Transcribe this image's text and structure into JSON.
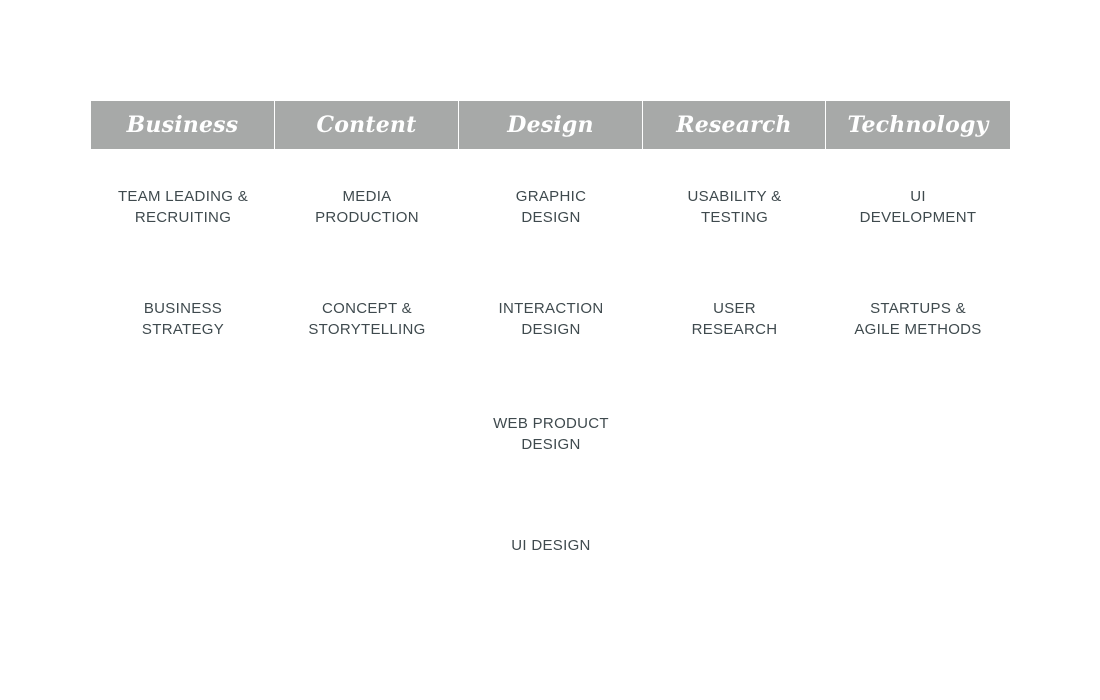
{
  "headers": [
    "Business",
    "Content",
    "Design",
    "Research",
    "Technology"
  ],
  "columns": [
    {
      "items": [
        [
          "TEAM LEADING &",
          "RECRUITING"
        ],
        [
          "BUSINESS",
          "STRATEGY"
        ]
      ]
    },
    {
      "items": [
        [
          "MEDIA",
          "PRODUCTION"
        ],
        [
          "CONCEPT &",
          "STORYTELLING"
        ]
      ]
    },
    {
      "items": [
        [
          "GRAPHIC",
          "DESIGN"
        ],
        [
          "INTERACTION",
          "DESIGN"
        ],
        [
          "WEB PRODUCT",
          "DESIGN"
        ],
        [
          "UI DESIGN"
        ]
      ]
    },
    {
      "items": [
        [
          "USABILITY &",
          "TESTING"
        ],
        [
          "USER",
          "RESEARCH"
        ]
      ]
    },
    {
      "items": [
        [
          "UI",
          "DEVELOPMENT"
        ],
        [
          "STARTUPS &",
          "AGILE METHODS"
        ]
      ]
    }
  ],
  "colors": {
    "header_bg": "#a7a9a8",
    "header_text": "#ffffff",
    "item_text": "#3f4a4e",
    "background": "#ffffff"
  }
}
